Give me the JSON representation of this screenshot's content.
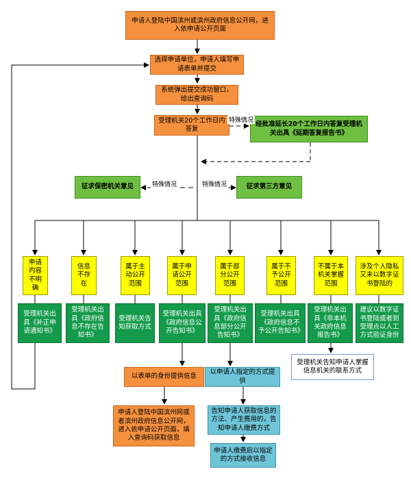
{
  "nodes": {
    "start": "申请人登陆中国滨州或滨州政府信息公开网，进入依申请公开页面",
    "select": "选择申请单位，申请人填写申请表单并提交",
    "popup": "系统弹出提交成功窗口，给出查询码",
    "reply20": "受理机关20个工作日内答复",
    "extend": "经批准延长20个工作日内答复受理机关出具《延期答复报告书》",
    "secrecy": "征求保密机关意见",
    "third_party": "征求第三方意见",
    "cat1": "申请内容不明确",
    "cat2": "信息不存在",
    "cat3": "属于主动公开范围",
    "cat4": "属于申请公开范围",
    "cat5": "属于部分公开范围",
    "cat6": "属于不予公开范围",
    "cat7": "不属于本机关掌握范围",
    "cat8": "涉及个人隐私又未以数字证书登陆的",
    "res1": "受理机关出具《补正申请通知书》",
    "res2": "受理机关出具《政府信息不存在告知书》",
    "res3": "受理机关告知获取方式",
    "res4": "受理机关出具《政府信息公开告知书》",
    "res5": "受理机关出具《政府信息部分公开告知书》",
    "res6": "受理机关出具《政府信息不予公开告知书》",
    "res7": "受理机关出具《非本机关政府信息报告书》",
    "res8": "建议以数字证书登陆或者到受理点以人工方式验证身份",
    "form_identity": "以表单的身份提供信息",
    "form_login": "申请人登陆中国滨州网或者滨州政府信息公开网，进入依申请公开页面，填入查询码获取信息",
    "applicant_method": "以申请人指定的方式提供",
    "notify_fee": "告知申请人获取信息的方法、产生费用的，告知申请人缴费方式",
    "pay_receive": "申请人缴费后以指定的方式接收信息",
    "notify_contact": "受理机关告知申请人掌握信息机关的联系方式"
  },
  "labels": {
    "special1": "特殊情况",
    "special2": "特殊情况",
    "special3": "特殊情况"
  }
}
